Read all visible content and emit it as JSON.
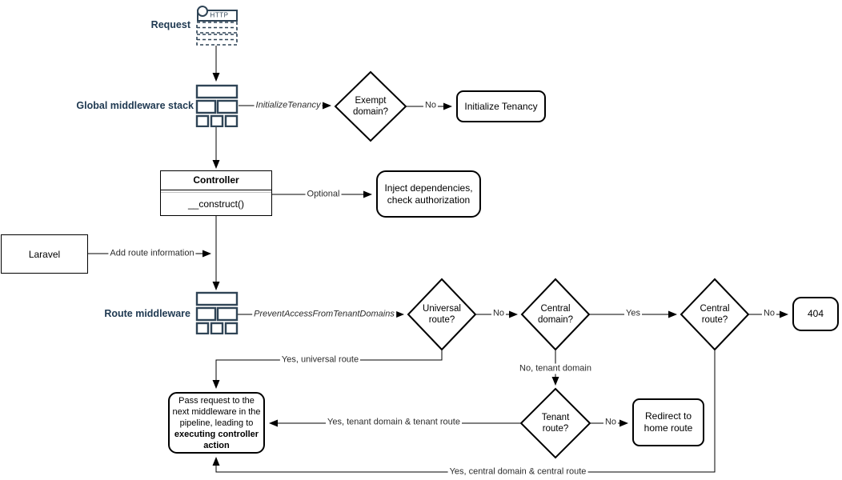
{
  "colors": {
    "icon_stroke": "#2f4456",
    "section_label": "#203a52",
    "shape_stroke": "#000000"
  },
  "nodes": {
    "request": {
      "label": "Request",
      "icon_text": "HTTP"
    },
    "global_middleware": {
      "label": "Global middleware stack"
    },
    "route_middleware": {
      "label": "Route middleware"
    },
    "controller": {
      "title": "Controller",
      "method": "__construct()"
    },
    "laravel": {
      "label": "Laravel"
    },
    "exempt_domain": {
      "line1": "Exempt",
      "line2": "domain?"
    },
    "initialize_tenancy": {
      "label": "Initialize Tenancy"
    },
    "inject_dependencies": {
      "line1": "Inject dependencies,",
      "line2": "check authorization"
    },
    "universal_route": {
      "line1": "Universal",
      "line2": "route?"
    },
    "central_domain": {
      "line1": "Central",
      "line2": "domain?"
    },
    "central_route": {
      "line1": "Central",
      "line2": "route?"
    },
    "not_found": {
      "label": "404"
    },
    "tenant_route": {
      "line1": "Tenant",
      "line2": "route?"
    },
    "redirect_home": {
      "line1": "Redirect to",
      "line2": "home route"
    },
    "pass_request": {
      "text_before": "Pass request to the next middleware in the pipeline, leading to ",
      "text_bold": "executing controller action"
    }
  },
  "edges": {
    "initialize_tenancy_mw": "InitializeTenancy",
    "exempt_no": "No",
    "optional": "Optional",
    "add_route_info": "Add route information",
    "prevent_access": "PreventAccessFromTenantDomains",
    "universal_no": "No",
    "central_domain_yes": "Yes",
    "central_route_no": "No",
    "yes_universal": "Yes, universal route",
    "no_tenant_domain": "No, tenant domain",
    "tenant_no": "No",
    "yes_tenant": "Yes, tenant domain & tenant route",
    "yes_central": "Yes, central domain & central route"
  }
}
